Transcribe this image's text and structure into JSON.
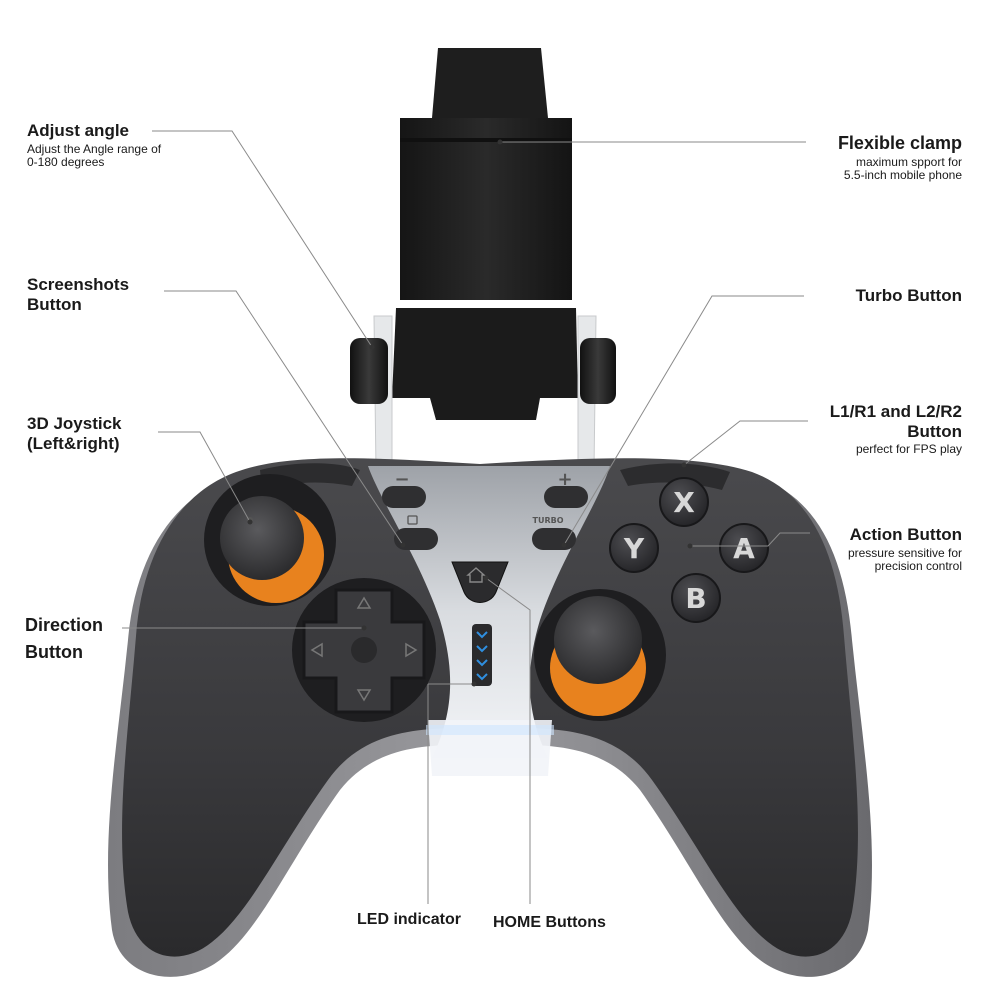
{
  "callouts": {
    "adjust_angle": {
      "title": "Adjust angle",
      "desc_line1": "Adjust the Angle range of",
      "desc_line2": "0-180 degrees"
    },
    "flexible_clamp": {
      "title": "Flexible clamp",
      "desc_line1": "maximum spport for",
      "desc_line2": "5.5-inch mobile phone"
    },
    "screenshots": {
      "title_line1": "Screenshots",
      "title_line2": "Button"
    },
    "turbo": {
      "title": "Turbo Button"
    },
    "joystick": {
      "title_line1": "3D Joystick",
      "title_line2": "(Left&right)"
    },
    "shoulder": {
      "title_line1": "L1/R1 and L2/R2",
      "title_line2": "Button",
      "desc": "perfect for FPS play"
    },
    "action": {
      "title": "Action Button",
      "desc_line1": "pressure sensitive for",
      "desc_line2": "precision control"
    },
    "direction": {
      "title_line1": "Direction",
      "title_line2": "Button"
    },
    "led": {
      "title": "LED indicator"
    },
    "home": {
      "title": "HOME Buttons"
    }
  },
  "controller": {
    "face_buttons": {
      "x": "X",
      "y": "Y",
      "a": "A",
      "b": "B"
    },
    "minus": "−",
    "plus": "+",
    "turbo_text": "TURBO",
    "colors": {
      "body": "#3a3a3c",
      "body_dark": "#232325",
      "accent_orange": "#e8821e",
      "center_panel": "#c9ccd1",
      "clamp": "#1c1c1c",
      "led_blue": "#2f8fe0"
    }
  }
}
